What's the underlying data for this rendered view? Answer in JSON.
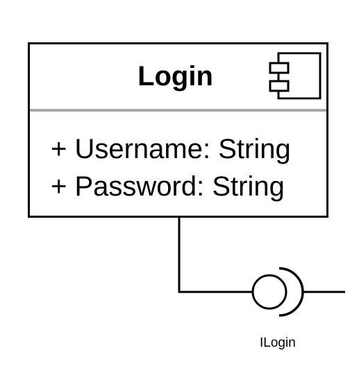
{
  "component": {
    "name": "Login",
    "icon": "component-icon",
    "attributes": [
      "+ Username: String",
      "+ Password: String"
    ]
  },
  "interface": {
    "label": "ILogin",
    "notation": "ball-and-socket"
  },
  "colors": {
    "stroke": "#000000",
    "divider": "#a6a6a6",
    "background": "#ffffff"
  }
}
